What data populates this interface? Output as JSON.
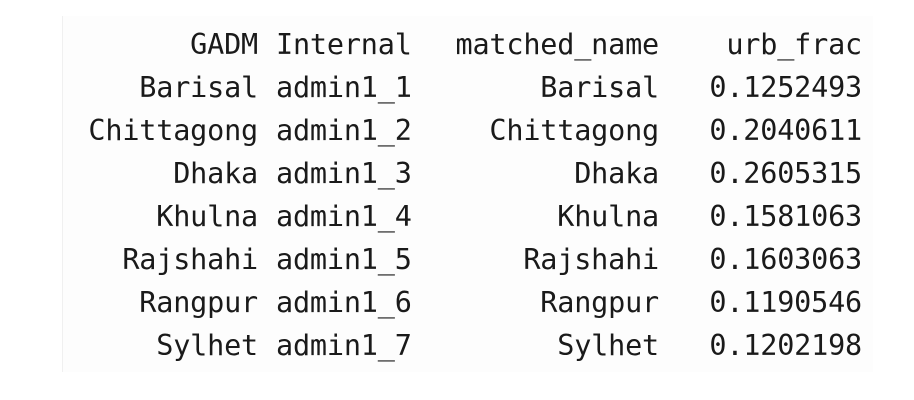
{
  "table": {
    "headers": [
      "GADM",
      "Internal",
      "matched_name",
      "urb_frac"
    ],
    "rows": [
      [
        "Barisal",
        "admin1_1",
        "Barisal",
        "0.1252493"
      ],
      [
        "Chittagong",
        "admin1_2",
        "Chittagong",
        "0.2040611"
      ],
      [
        "Dhaka",
        "admin1_3",
        "Dhaka",
        "0.2605315"
      ],
      [
        "Khulna",
        "admin1_4",
        "Khulna",
        "0.1581063"
      ],
      [
        "Rajshahi",
        "admin1_5",
        "Rajshahi",
        "0.1603063"
      ],
      [
        "Rangpur",
        "admin1_6",
        "Rangpur",
        "0.1190546"
      ],
      [
        "Sylhet",
        "admin1_7",
        "Sylhet",
        "0.1202198"
      ]
    ]
  }
}
